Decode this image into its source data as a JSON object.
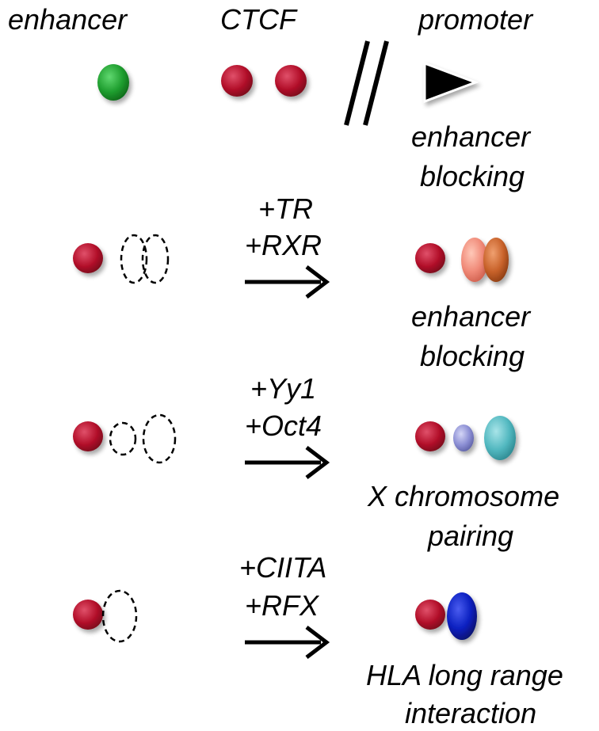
{
  "colors": {
    "dna_line": "#2E3192",
    "ctcf": "#B3102A",
    "enhancer": "#1F9E2F",
    "tr": "#F08A78",
    "rxr": "#C8622A",
    "yy1": "#8C8FD4",
    "oct4": "#52B8C0",
    "ciita_rfx": "#0B20C0",
    "arrow": "#000000"
  },
  "top": {
    "enhancer_label": "enhancer",
    "ctcf_label": "CTCF",
    "promoter_label": "promoter",
    "outcome_line1": "enhancer",
    "outcome_line2": "blocking"
  },
  "rows": [
    {
      "factor1": "+TR",
      "factor2": "+RXR",
      "outcome_line1": "enhancer",
      "outcome_line2": "blocking"
    },
    {
      "factor1": "+Yy1",
      "factor2": "+Oct4",
      "outcome_line1": "X chromosome",
      "outcome_line2": "pairing"
    },
    {
      "factor1": "+CIITA",
      "factor2": "+RFX",
      "outcome_line1": "HLA long range",
      "outcome_line2": "interaction"
    }
  ]
}
